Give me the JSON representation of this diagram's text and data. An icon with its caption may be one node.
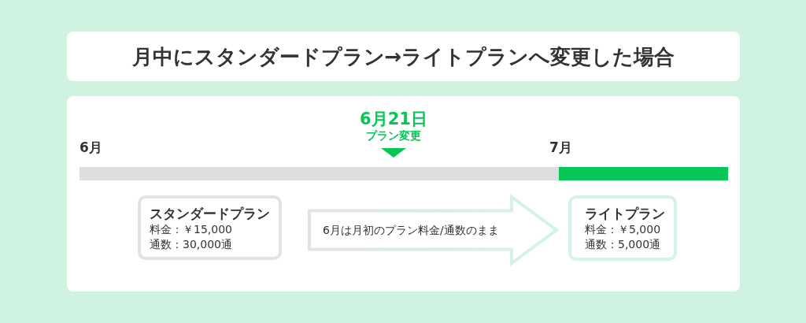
{
  "diagram": {
    "title": "月中にスタンダードプラン→ライトプランへ変更した場合",
    "nodes": [
      {
        "text": [
          "スタンダードプラン",
          "料金：￥15,000",
          "通数：30,000通"
        ]
      },
      {
        "text": [
          "ライトプラン",
          "料金：￥5,000",
          "通数：5,000通"
        ]
      }
    ],
    "edges": [
      {
        "from": 0,
        "to": 1,
        "arrow": "to",
        "label": "6月は月初のプラン料金/通数のまま"
      }
    ],
    "labels": [
      "6月21日",
      "プラン変更",
      "6月",
      "7月"
    ]
  }
}
